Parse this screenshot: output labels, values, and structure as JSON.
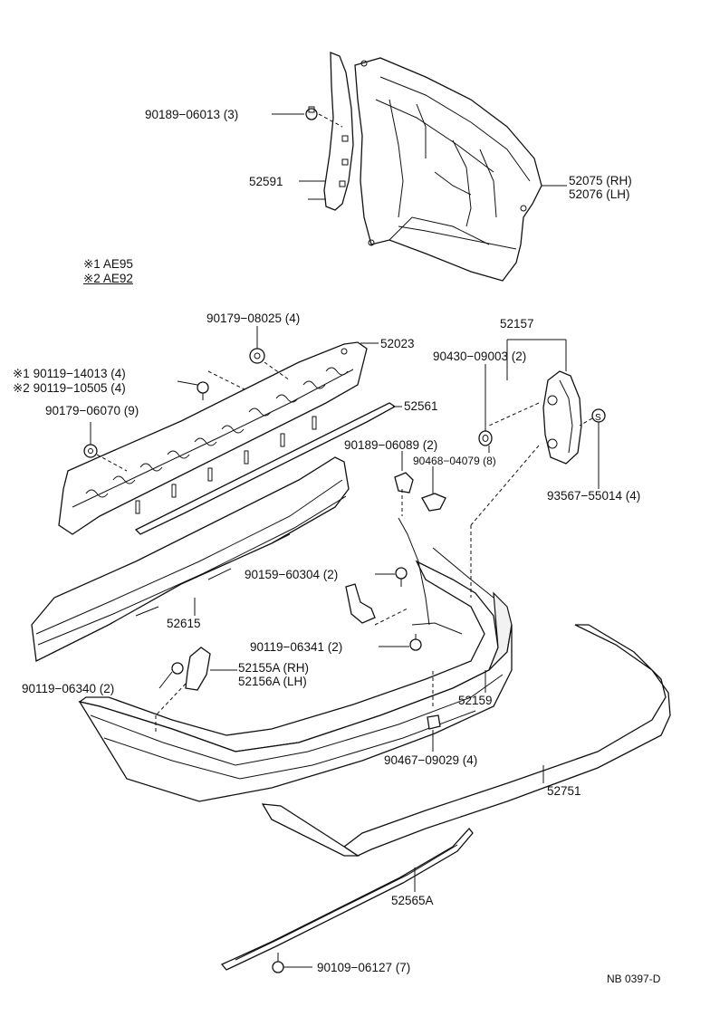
{
  "legend": [
    {
      "mark": "※1",
      "model": "AE95"
    },
    {
      "mark": "※2",
      "model": "AE92"
    }
  ],
  "labels": {
    "p90189_06013": "90189−06013 (3)",
    "p52591": "52591",
    "p52075": "52075 (RH)",
    "p52076": "52076 (LH)",
    "p90179_08025": "90179−08025 (4)",
    "p52023": "52023",
    "p90119_14013": "※1  90119−14013 (4)",
    "p90119_10505": "※2  90119−10505 (4)",
    "p52561": "52561",
    "p90179_06070": "90179−06070 (9)",
    "p52157": "52157",
    "p90430_09003": "90430−09003 (2)",
    "p90189_06089": "90189−06089 (2)",
    "p90468_04079": "90468−04079 (8)",
    "p93567_55014": "93567−55014 (4)",
    "p90159_60304": "90159−60304 (2)",
    "p52615": "52615",
    "p90119_06341": "90119−06341 (2)",
    "p52155A": "52155A (RH)",
    "p52156A": "52156A (LH)",
    "p90119_06340": "90119−06340 (2)",
    "p52159": "52159",
    "p90467_09029": "90467−09029 (4)",
    "p52751": "52751",
    "p52565A": "52565A",
    "p90109_06127": "90109−06127 (7)",
    "code": "NB  0397-D"
  }
}
